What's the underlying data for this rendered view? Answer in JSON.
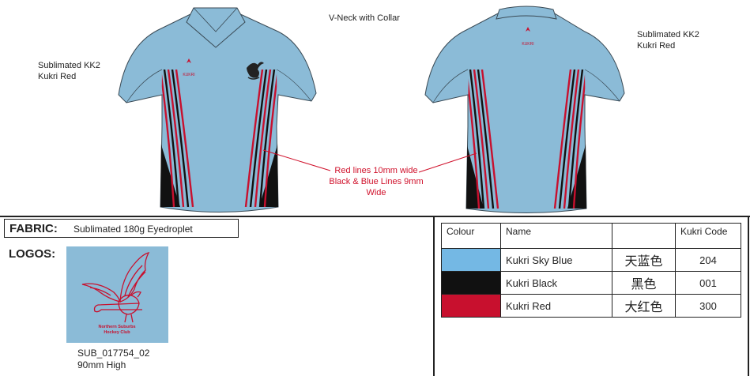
{
  "design": {
    "neck_label": "V-Neck with Collar",
    "front_note": {
      "line1": "Sublimated KK2",
      "line2": "Kukri Red"
    },
    "back_note": {
      "line1": "Sublimated KK2",
      "line2": "Kukri Red"
    },
    "callout": {
      "line1": "Red lines 10mm wide",
      "line2": "Black & Blue Lines 9mm Wide"
    },
    "brand_mark": "KUKRI"
  },
  "fabric": {
    "label": "FABRIC:",
    "value": "Sublimated 180g Eyedroplet"
  },
  "logos": {
    "label": "LOGOS:",
    "club_name_line1": "Northern Suburbs",
    "club_name_line2": "Hockey Club",
    "code": "SUB_017754_02",
    "size": "90mm High"
  },
  "colour_table": {
    "headers": {
      "colour": "Colour",
      "name": "Name",
      "chinese": "",
      "code": "Kukri Code"
    },
    "rows": [
      {
        "swatch": "#74b8e4",
        "name": "Kukri Sky Blue",
        "chinese": "天蓝色",
        "code": "204"
      },
      {
        "swatch": "#111111",
        "name": "Kukri Black",
        "chinese": "黑色",
        "code": "001"
      },
      {
        "swatch": "#c8102e",
        "name": "Kukri Red",
        "chinese": "大红色",
        "code": "300"
      }
    ]
  },
  "colors": {
    "shirt": "#8bbbd7",
    "red": "#c8102e",
    "black": "#111111",
    "callout": "#d0112b"
  }
}
